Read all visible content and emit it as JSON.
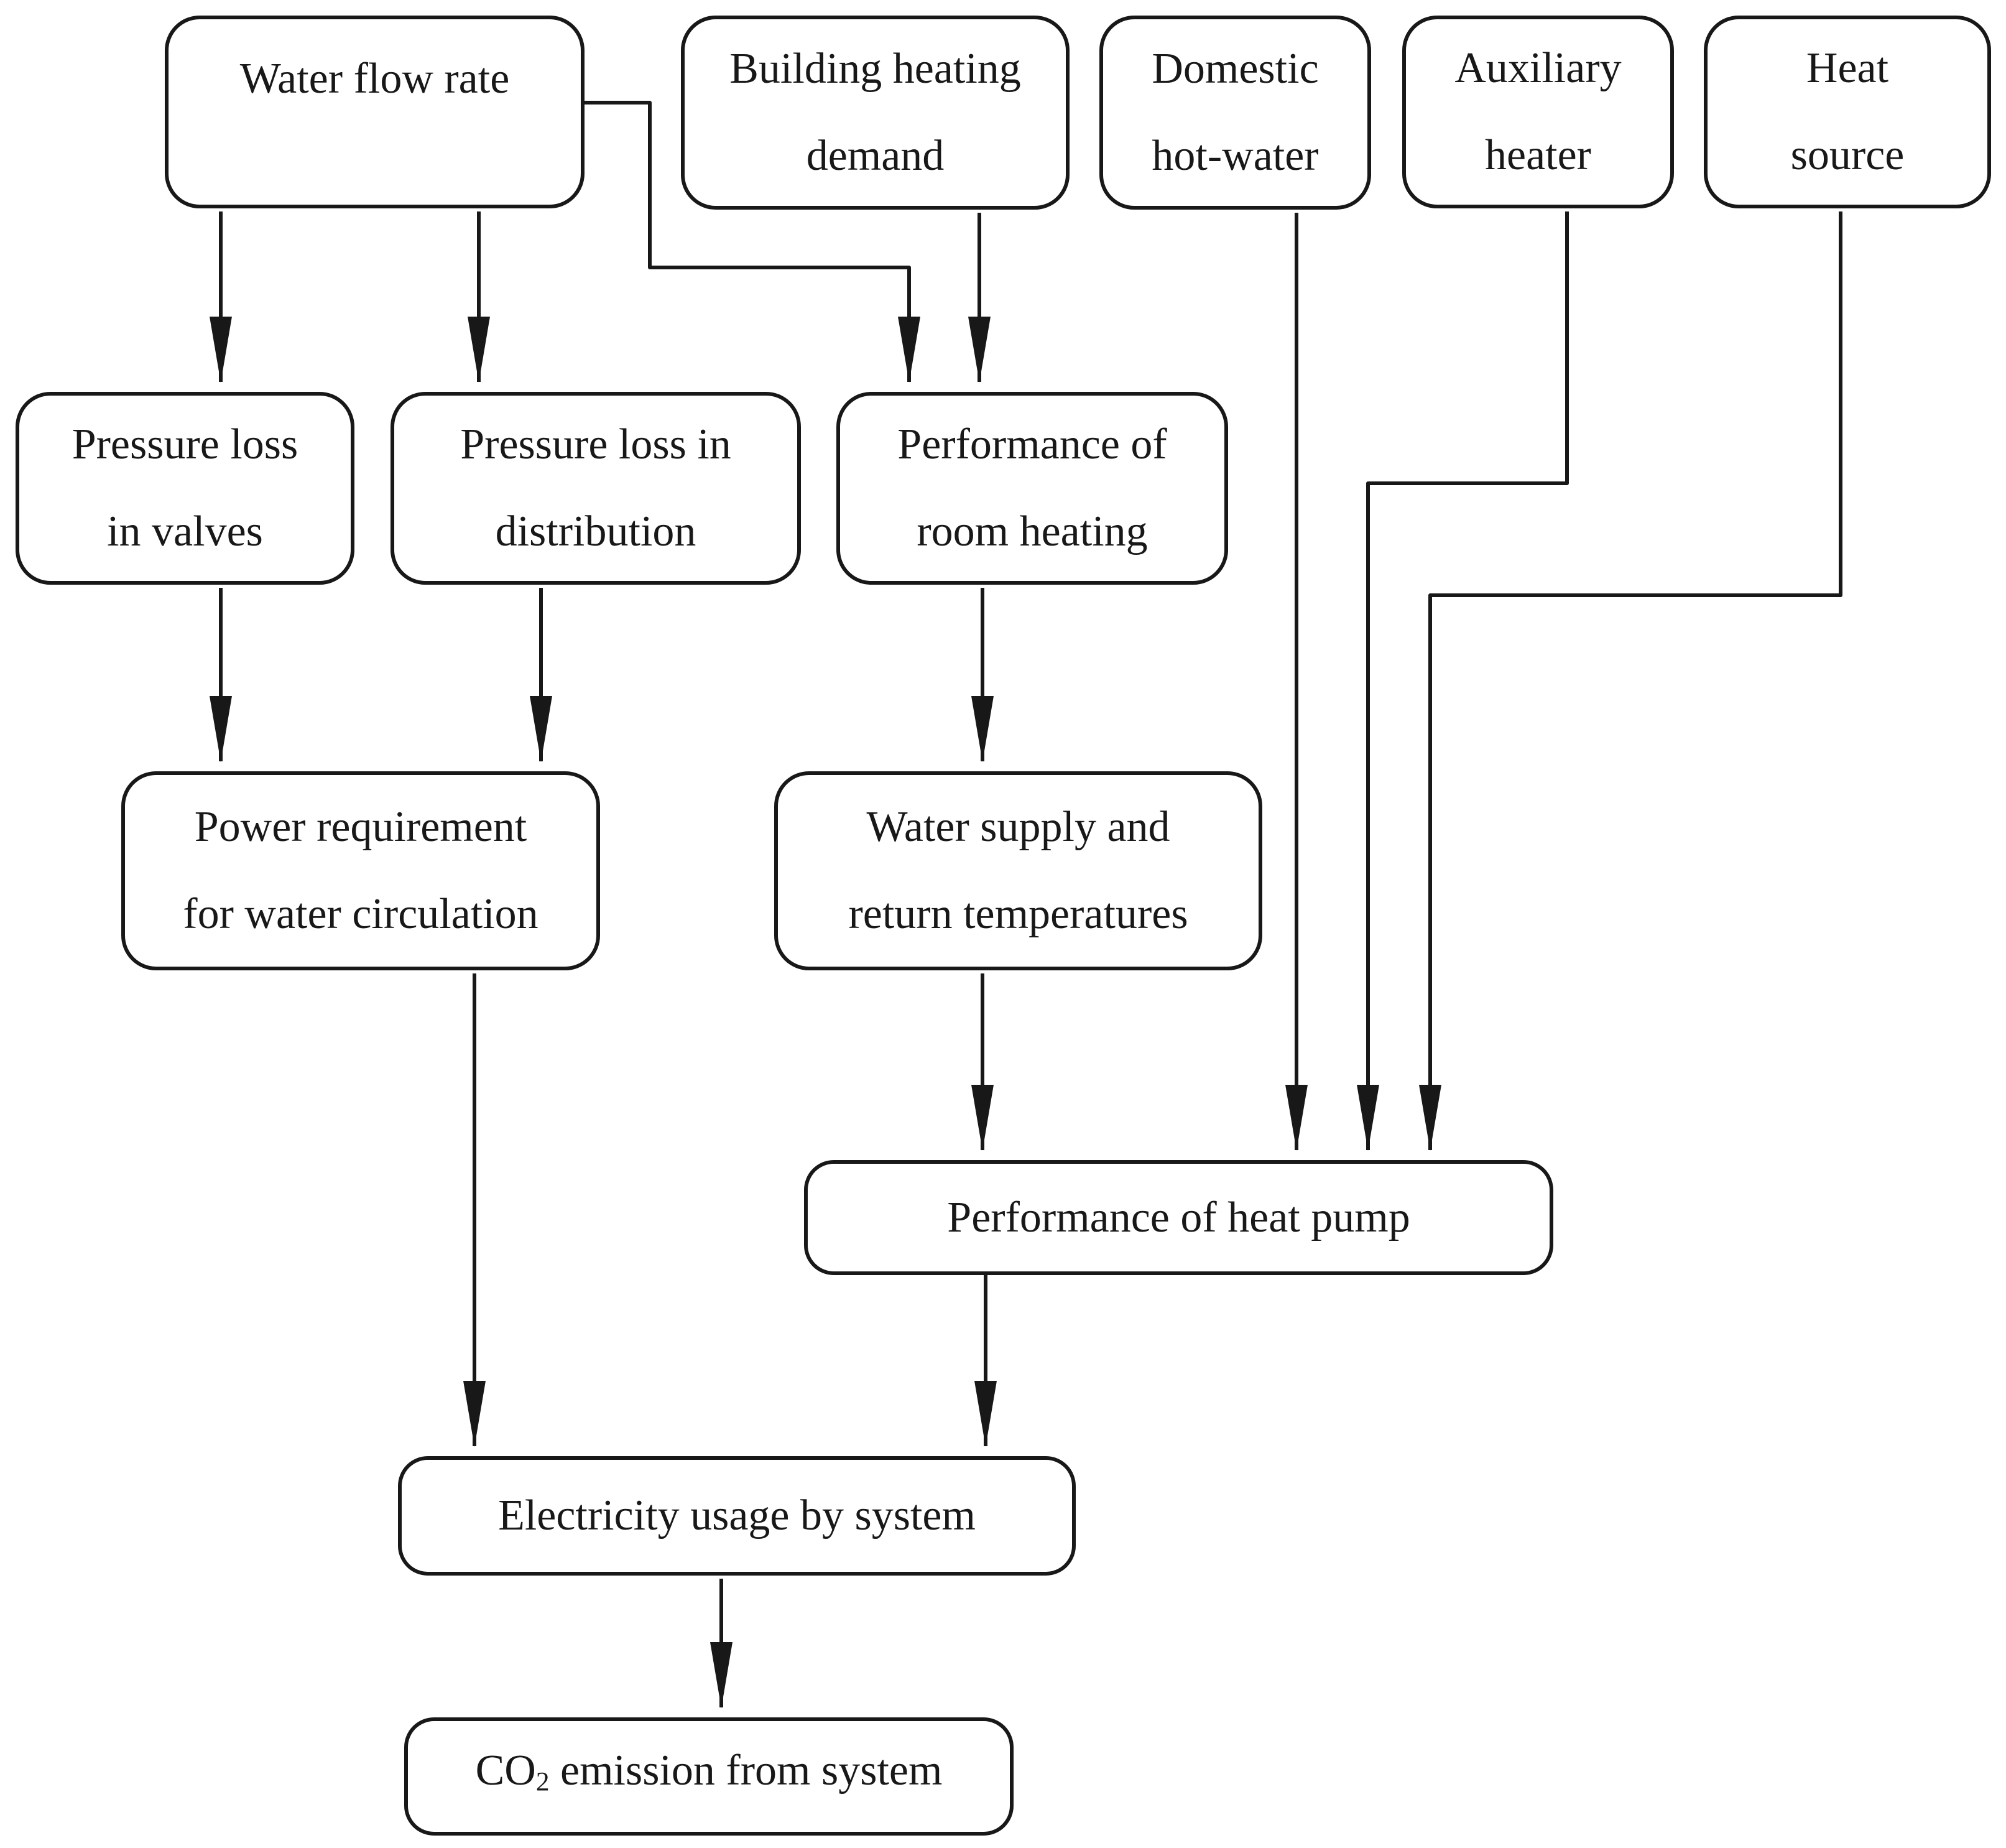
{
  "colors": {
    "ink": "#181818",
    "background": "#ffffff"
  },
  "nodes": {
    "water_flow_rate": {
      "lines": [
        "Water flow rate"
      ]
    },
    "building_heating_demand": {
      "lines": [
        "Building heating",
        "demand"
      ]
    },
    "domestic_hot_water": {
      "lines": [
        "Domestic",
        "hot-water"
      ]
    },
    "auxiliary_heater": {
      "lines": [
        "Auxiliary",
        "heater"
      ]
    },
    "heat_source": {
      "lines": [
        "Heat",
        "source"
      ]
    },
    "pressure_loss_valves": {
      "lines": [
        "Pressure loss",
        "in valves"
      ]
    },
    "pressure_loss_distribution": {
      "lines": [
        "Pressure loss in",
        "distribution"
      ]
    },
    "performance_room_heating": {
      "lines": [
        "Performance of",
        "room heating"
      ]
    },
    "power_requirement": {
      "lines": [
        "Power requirement",
        "for water circulation"
      ]
    },
    "water_supply_return": {
      "lines": [
        "Water supply and",
        "return temperatures"
      ]
    },
    "performance_heat_pump": {
      "lines": [
        "Performance of heat pump"
      ]
    },
    "electricity_usage": {
      "lines": [
        "Electricity usage by system"
      ]
    },
    "co2_emission": {
      "parts": {
        "prefix": "CO",
        "sub": "2",
        "suffix": " emission from system"
      }
    }
  },
  "edges": [
    {
      "from": "water-flow-rate",
      "to": "pressure-loss-in-valves"
    },
    {
      "from": "water-flow-rate",
      "to": "pressure-loss-in-distribution"
    },
    {
      "from": "water-flow-rate",
      "to": "performance-of-room-heating"
    },
    {
      "from": "building-heating-demand",
      "to": "performance-of-room-heating"
    },
    {
      "from": "pressure-loss-in-valves",
      "to": "power-requirement-for-water-circulation"
    },
    {
      "from": "pressure-loss-in-distribution",
      "to": "power-requirement-for-water-circulation"
    },
    {
      "from": "performance-of-room-heating",
      "to": "water-supply-and-return-temperatures"
    },
    {
      "from": "power-requirement-for-water-circulation",
      "to": "electricity-usage-by-system"
    },
    {
      "from": "water-supply-and-return-temperatures",
      "to": "performance-of-heat-pump"
    },
    {
      "from": "domestic-hot-water",
      "to": "performance-of-heat-pump"
    },
    {
      "from": "auxiliary-heater",
      "to": "performance-of-heat-pump"
    },
    {
      "from": "heat-source",
      "to": "performance-of-heat-pump"
    },
    {
      "from": "performance-of-heat-pump",
      "to": "electricity-usage-by-system"
    },
    {
      "from": "electricity-usage-by-system",
      "to": "co2-emission-from-system"
    }
  ]
}
